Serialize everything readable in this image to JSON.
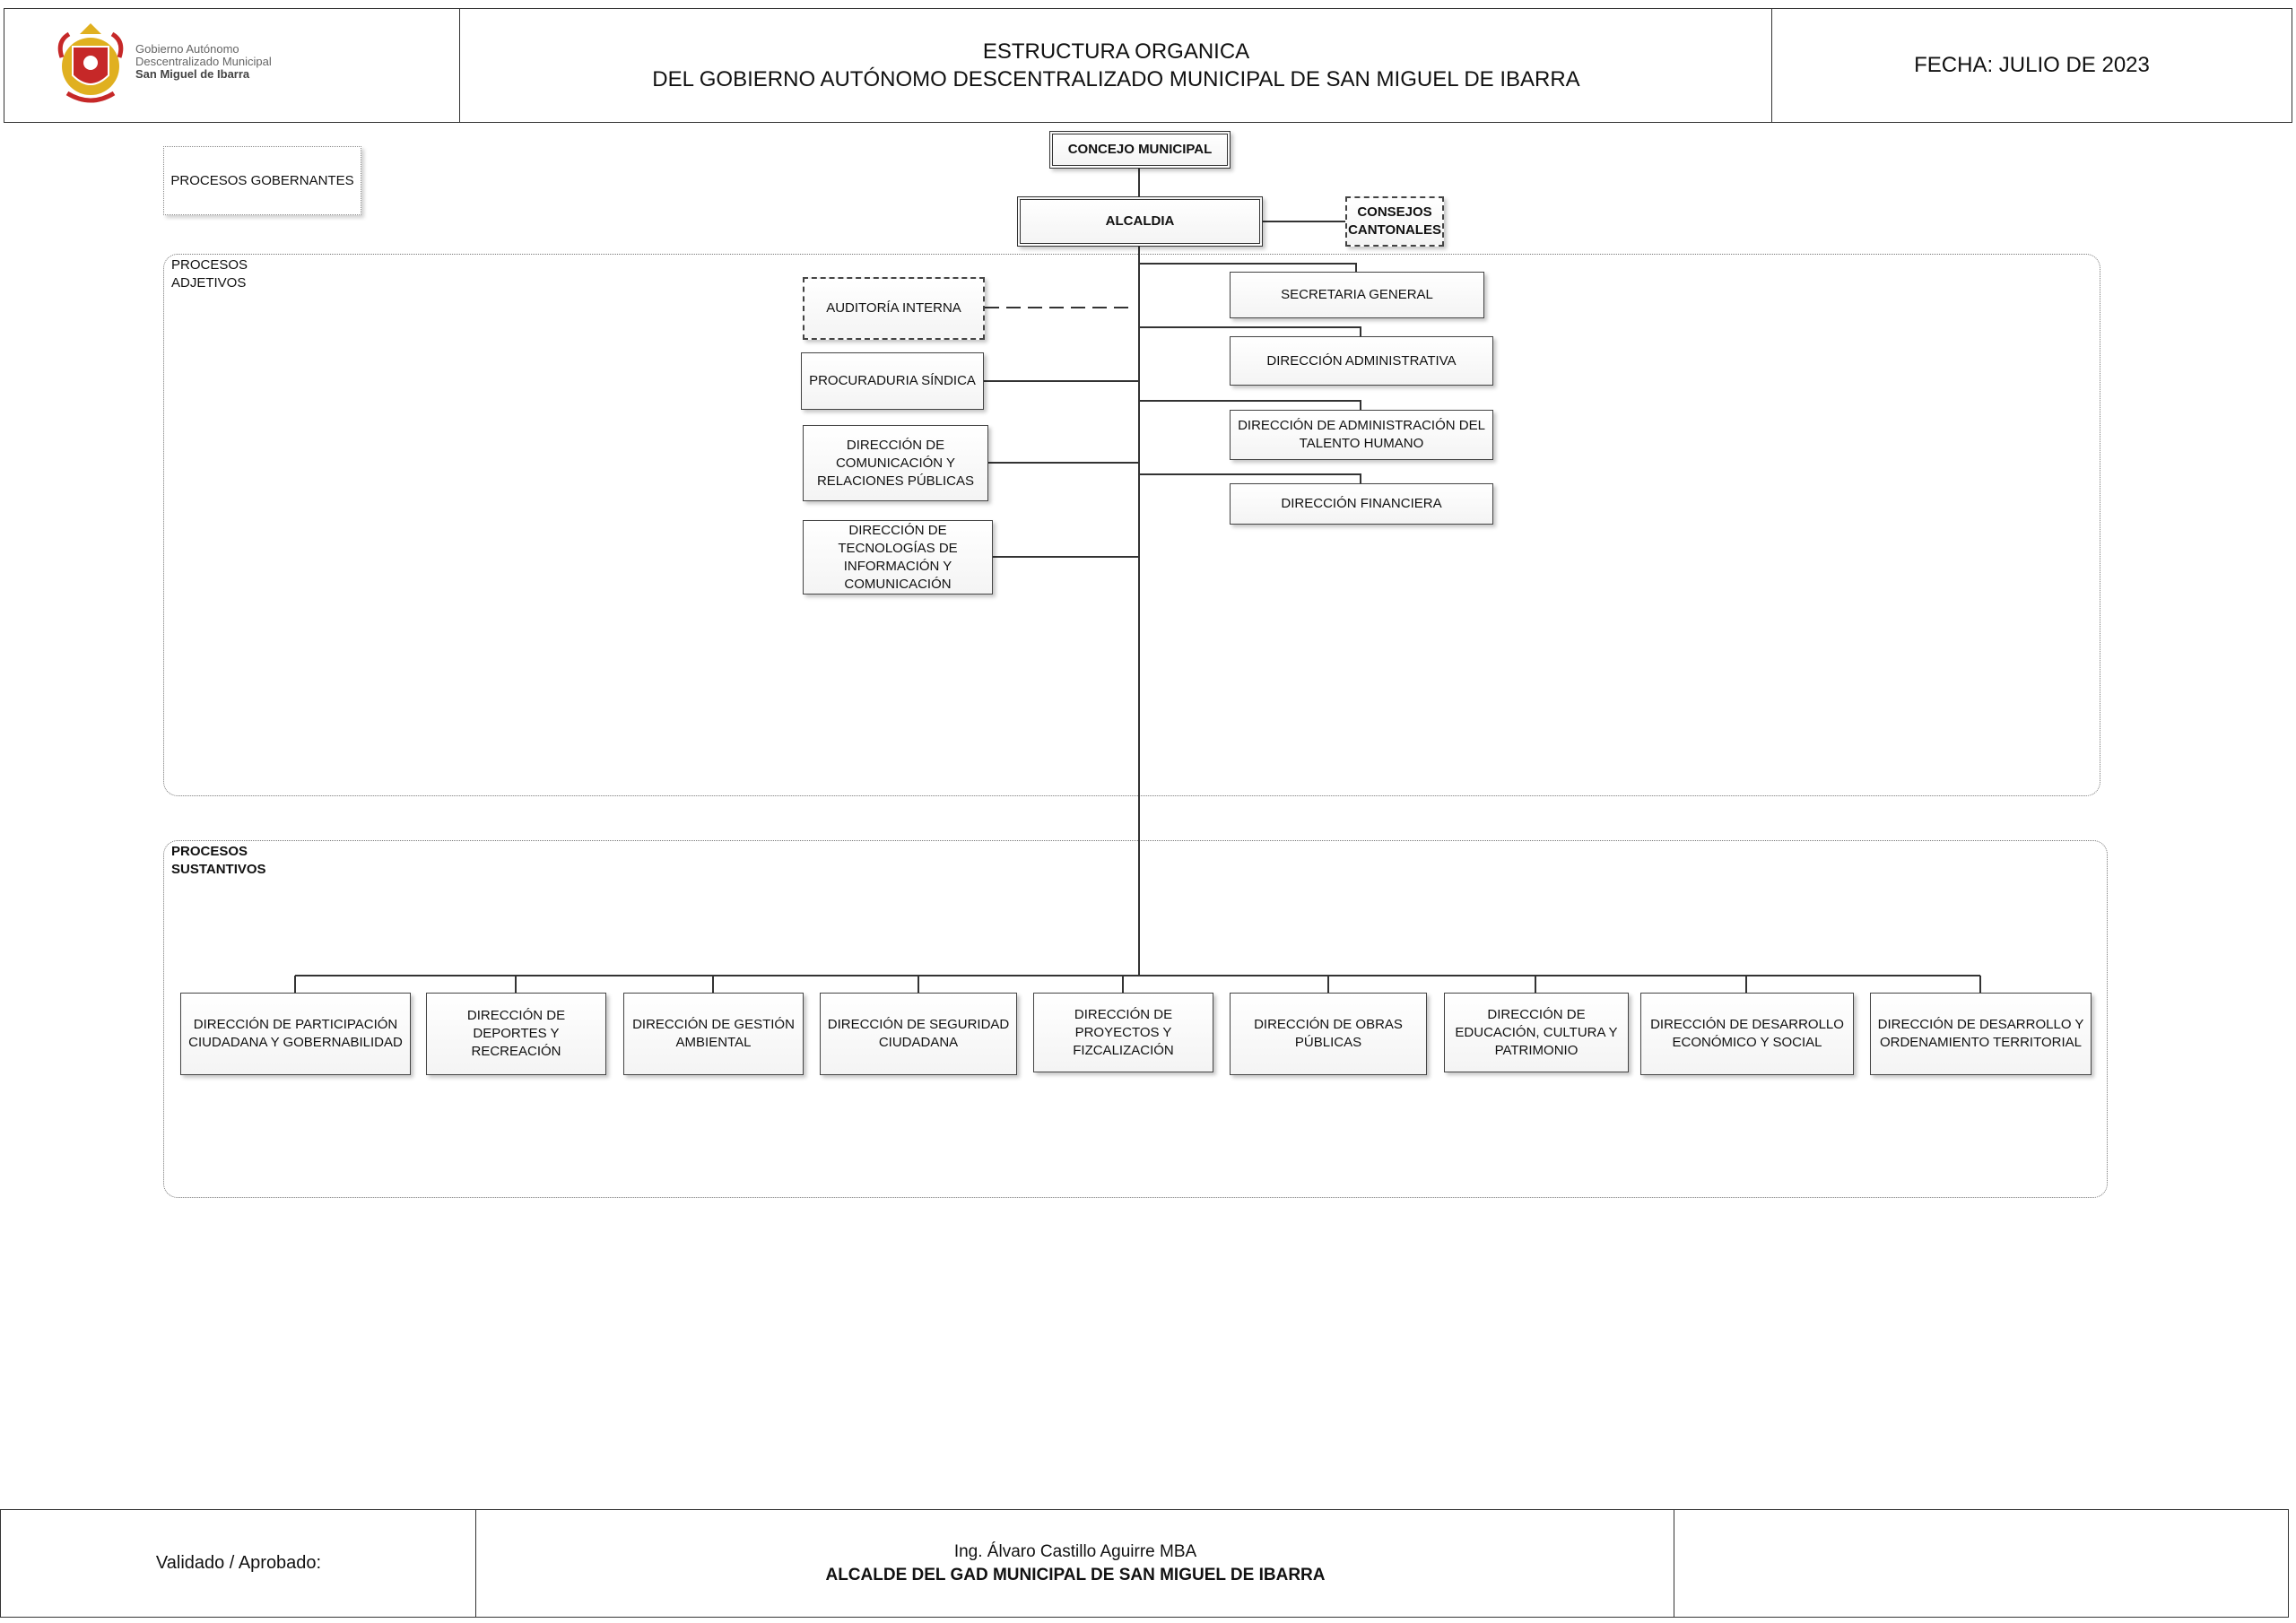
{
  "header": {
    "logo_lines": [
      "Gobierno Autónomo",
      "Descentralizado Municipal",
      "San Miguel de Ibarra"
    ],
    "title_line1": "ESTRUCTURA ORGANICA",
    "title_line2": "DEL GOBIERNO AUTÓNOMO DESCENTRALIZADO MUNICIPAL DE SAN MIGUEL DE IBARRA",
    "date": "FECHA: JULIO DE 2023"
  },
  "legend": {
    "gobernantes": "PROCESOS GOBERNANTES"
  },
  "groups": {
    "adjetivos_line1": "PROCESOS",
    "adjetivos_line2": "ADJETIVOS",
    "sustantivos_line1": "PROCESOS",
    "sustantivos_line2": "SUSTANTIVOS"
  },
  "top": {
    "concejo": "CONCEJO MUNICIPAL",
    "alcaldia": "ALCALDIA",
    "consejos": "CONSEJOS CANTONALES"
  },
  "left_units": {
    "auditoria": "AUDITORÍA INTERNA",
    "procuraduria": "PROCURADURIA SÍNDICA",
    "comunicacion": "DIRECCIÓN DE COMUNICACIÓN Y RELACIONES PÚBLICAS",
    "tecnologias": "DIRECCIÓN DE TECNOLOGÍAS DE INFORMACIÓN Y COMUNICACIÓN"
  },
  "right_units": {
    "secretaria": "SECRETARIA GENERAL",
    "administrativa": "DIRECCIÓN ADMINISTRATIVA",
    "talento": "DIRECCIÓN DE ADMINISTRACIÓN DEL TALENTO HUMANO",
    "financiera": "DIRECCIÓN FINANCIERA"
  },
  "substantive_units": [
    "DIRECCIÓN DE PARTICIPACIÓN CIUDADANA  Y GOBERNABILIDAD",
    "DIRECCIÓN DE DEPORTES Y RECREACIÓN",
    "DIRECCIÓN DE GESTIÓN AMBIENTAL",
    "DIRECCIÓN DE  SEGURIDAD CIUDADANA",
    "DIRECCIÓN DE PROYECTOS Y FIZCALIZACIÓN",
    "DIRECCIÓN DE OBRAS PÚBLICAS",
    "DIRECCIÓN DE  EDUCACIÓN, CULTURA Y PATRIMONIO",
    "DIRECCIÓN DE DESARROLLO ECONÓMICO Y SOCIAL",
    "DIRECCIÓN DE DESARROLLO Y ORDENAMIENTO TERRITORIAL"
  ],
  "footer": {
    "label": "Validado / Aprobado:",
    "signer": "Ing. Álvaro Castillo Aguirre MBA",
    "role": "ALCALDE DEL GAD MUNICIPAL DE SAN MIGUEL DE IBARRA"
  },
  "colors": {
    "line": "#333333",
    "logo_red": "#c62828",
    "logo_gold": "#e0b020"
  }
}
